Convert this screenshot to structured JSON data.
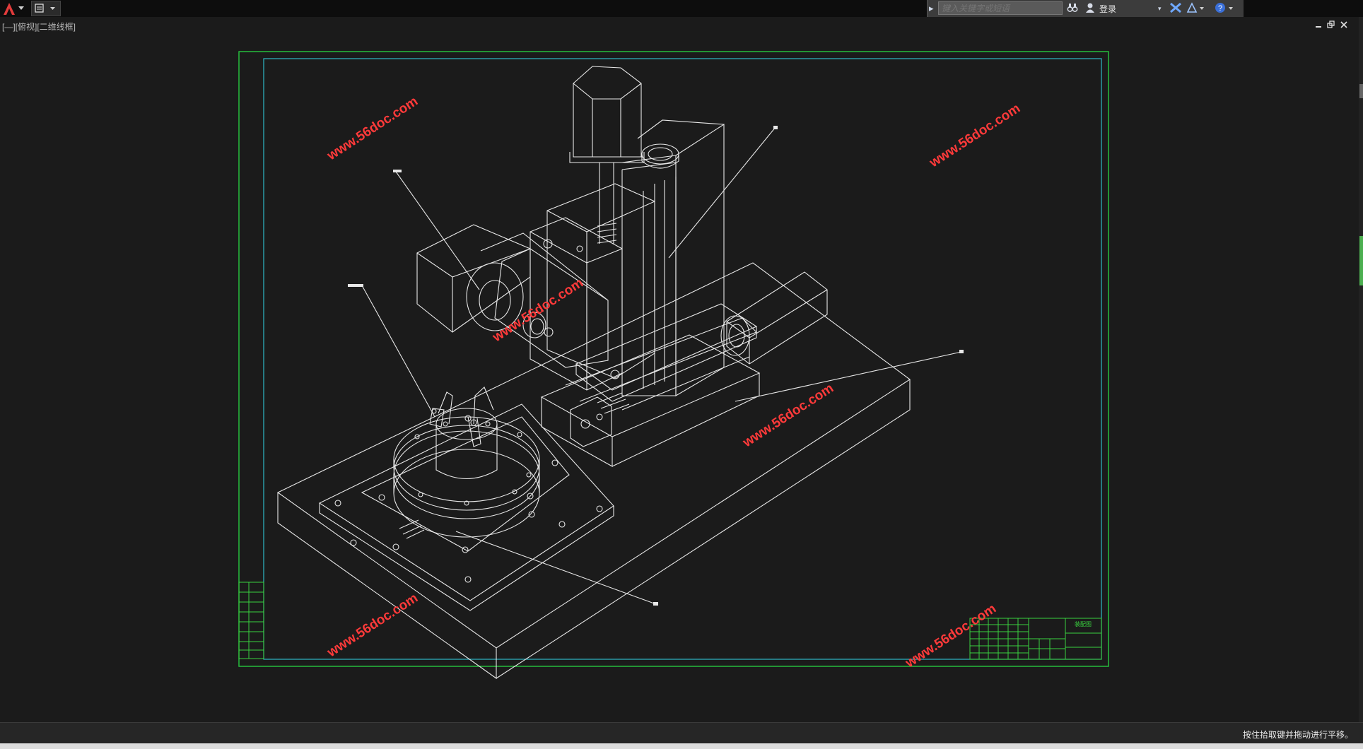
{
  "titlebar": {
    "search_placeholder": "键入关键字或短语",
    "login_label": "登录"
  },
  "viewport": {
    "label": "[—][俯视][二维线框]"
  },
  "drawing": {
    "watermark": "www.56doc.com",
    "title_block_name": "装配图"
  },
  "status": {
    "prompt": "按住拾取键并拖动进行平移。"
  },
  "colors": {
    "background": "#1b1b1b",
    "frame_outer": "#27c93f",
    "frame_inner": "#2fb8c8",
    "linework": "#e8e8e8",
    "watermark": "#ff3a3a",
    "title_block": "#39d23f"
  },
  "icons": [
    "autocad-app-icon",
    "quick-access-icon",
    "search-arrow-icon",
    "binoculars-icon",
    "user-icon",
    "exchange-icon",
    "a360-icon",
    "help-icon",
    "minimize-icon",
    "restore-icon",
    "close-icon"
  ]
}
